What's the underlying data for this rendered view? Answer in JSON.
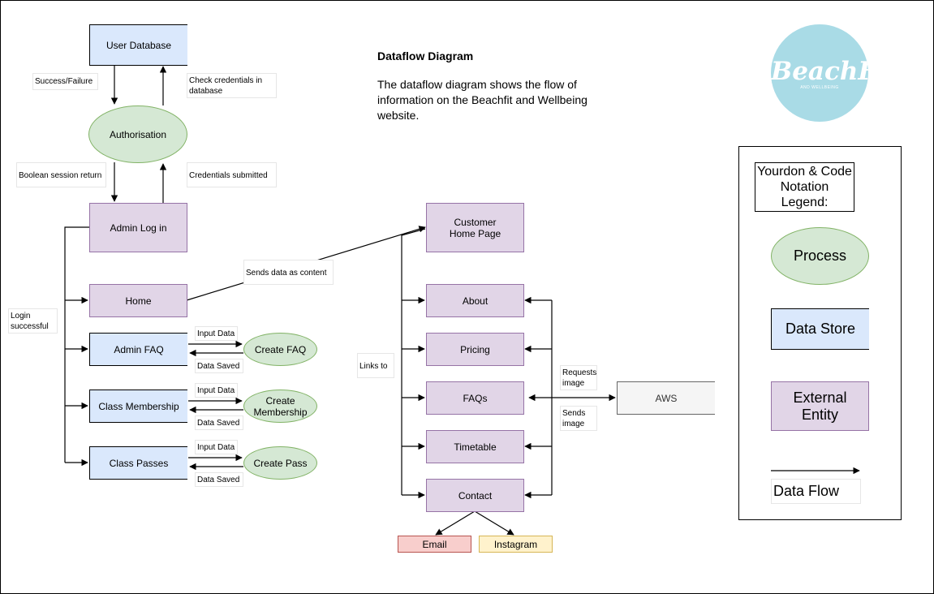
{
  "header": {
    "title": "Dataflow Diagram",
    "description": "The dataflow diagram shows the flow of information on the Beachfit and Wellbeing website."
  },
  "logo": {
    "name": "BeachFit",
    "tagline": "AND WELLBEING",
    "color": "#a9dbe6"
  },
  "admin": {
    "user_database": "User Database",
    "authorisation": "Authorisation",
    "admin_login": "Admin Log in",
    "home": "Home",
    "admin_faq": "Admin FAQ",
    "class_membership": "Class Membership",
    "class_passes": "Class Passes",
    "create_faq": "Create FAQ",
    "create_membership": "Create\nMembership",
    "create_pass": "Create Pass"
  },
  "flow_labels": {
    "success_failure": "Success/Failure",
    "check_credentials": "Check credentials in\ndatabase",
    "boolean_session": "Boolean session return",
    "credentials_submitted": "Credentials submitted",
    "login_successful": "Login\nsuccessful",
    "sends_data": "Sends data as content",
    "input_data_1": "Input Data",
    "data_saved_1": "Data Saved",
    "input_data_2": "Input Data",
    "data_saved_2": "Data Saved",
    "input_data_3": "Input Data",
    "data_saved_3": "Data Saved",
    "links_to": "Links to",
    "requests_image": "Requests\nimage",
    "sends_image": "Sends\nimage"
  },
  "customer": {
    "home_page": "Customer\nHome Page",
    "about": "About",
    "pricing": "Pricing",
    "faqs": "FAQs",
    "timetable": "Timetable",
    "contact": "Contact",
    "email": "Email",
    "instagram": "Instagram",
    "aws": "AWS"
  },
  "legend": {
    "title": "Yourdon & Code\nNotation Legend:",
    "process": "Process",
    "data_store": "Data Store",
    "external_entity": "External\nEntity",
    "data_flow": "Data Flow"
  },
  "colors": {
    "data_store": "#dae8fc",
    "process": "#d5e8d4",
    "process_border": "#82b366",
    "external_entity": "#e1d5e7",
    "external_border": "#9673a6",
    "email": "#f8cecc",
    "instagram": "#fff2cc",
    "aws": "#f5f5f5"
  }
}
